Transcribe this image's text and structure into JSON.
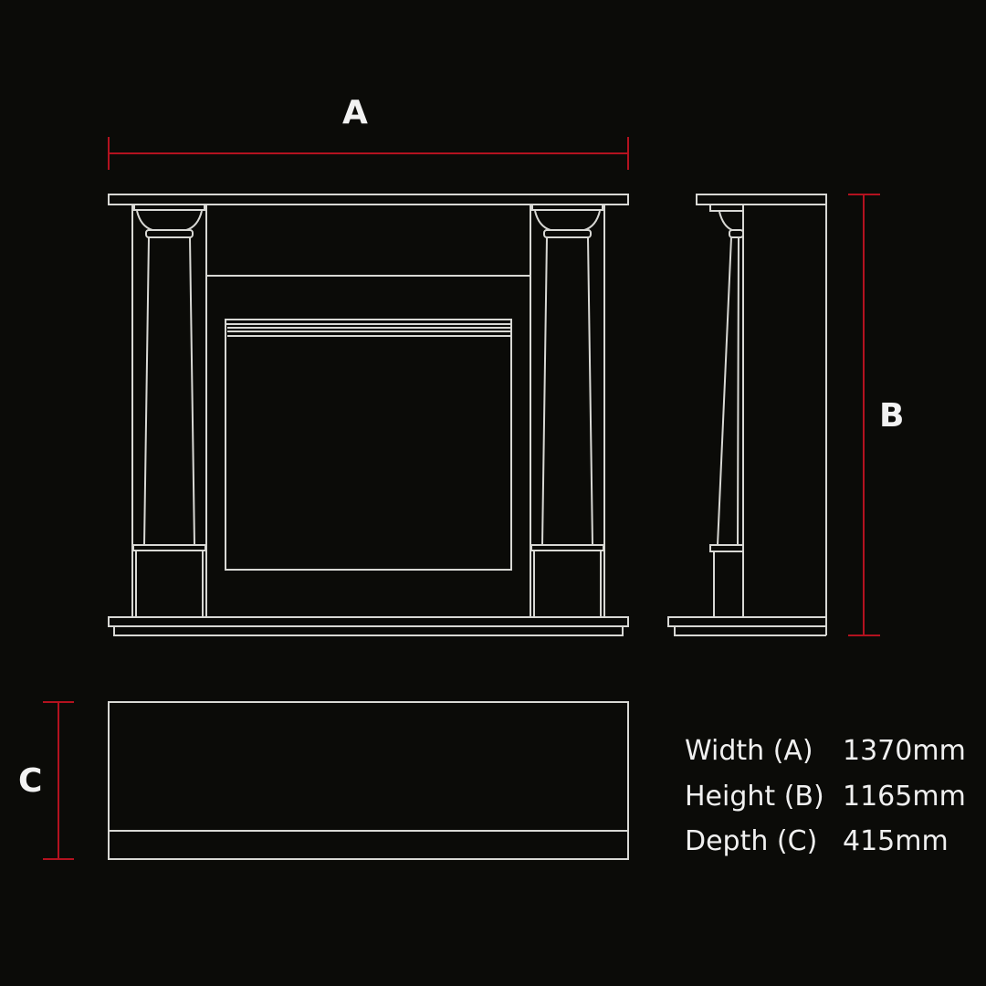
{
  "labels": {
    "a": "A",
    "b": "B",
    "c": "C"
  },
  "specs": [
    {
      "label": "Width (A)",
      "value": "1370mm"
    },
    {
      "label": "Height (B)",
      "value": "1165mm"
    },
    {
      "label": "Depth (C)",
      "value": "415mm"
    }
  ],
  "colors": {
    "background": "#0b0b08",
    "dimension": "#b3121f",
    "line": "#d8d8d4"
  }
}
